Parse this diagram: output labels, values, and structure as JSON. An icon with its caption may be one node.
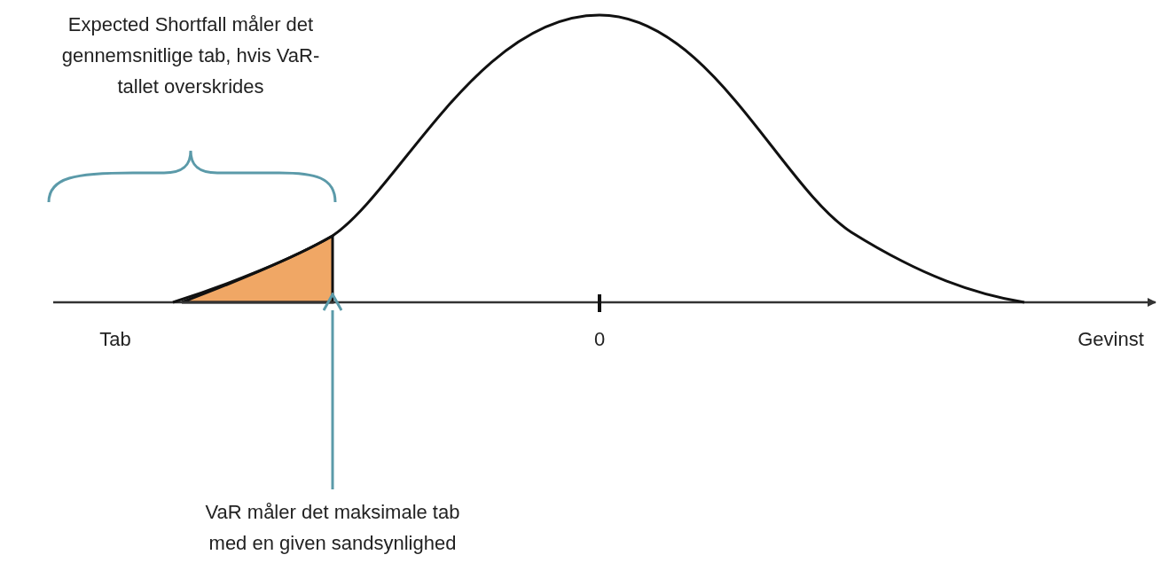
{
  "diagram": {
    "nodes": [
      {
        "text": [
          "VaR måler det maksimale tab med en given sandsynlighed"
        ]
      },
      {
        "text": [],
        "shape": "triangle"
      }
    ],
    "edges": [
      {
        "from": 0,
        "to": 1,
        "arrow": "to"
      }
    ],
    "labels": [
      "Expected Shortfall måler det gennemsnitlige tab, hvis VaR-tallet overskrides",
      "Tab",
      "0",
      "Gevinst"
    ]
  }
}
